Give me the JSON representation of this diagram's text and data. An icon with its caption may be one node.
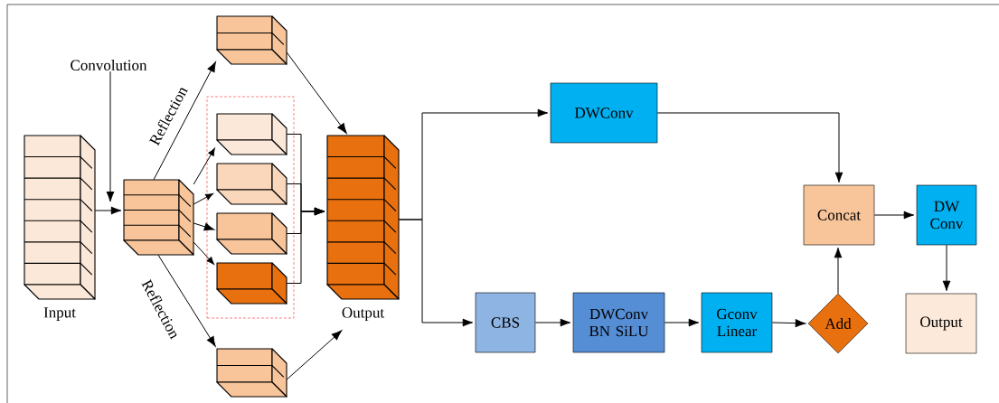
{
  "diagram": {
    "nodes": [
      {
        "text": [
          "Input"
        ]
      },
      {
        "text": [
          "Convolution"
        ]
      },
      {
        "text": [],
        "shape": "cube"
      },
      {
        "text": [],
        "shape": "cube"
      },
      {
        "text": [],
        "shape": "box"
      },
      {
        "text": [],
        "shape": "cube",
        "in": 4
      },
      {
        "text": [],
        "shape": "cube",
        "in": 4
      },
      {
        "text": [],
        "shape": "cube",
        "in": 4
      },
      {
        "text": [],
        "shape": "cube",
        "in": 4
      },
      {
        "text": [],
        "shape": "cube"
      },
      {
        "text": [
          "Output"
        ]
      },
      {
        "text": [
          "DWConv"
        ]
      },
      {
        "text": [
          "CBS"
        ]
      },
      {
        "text": [
          "DWConv BN SiLU"
        ]
      },
      {
        "text": [
          "Gconv Linear"
        ]
      },
      {
        "text": [
          "Add"
        ]
      },
      {
        "text": [
          "Concat"
        ]
      },
      {
        "text": [
          "DW Conv"
        ]
      },
      {
        "text": [
          "Output"
        ]
      }
    ],
    "edges": [
      {
        "from": 0,
        "to": 2,
        "arrow": "to"
      },
      {
        "from": 1,
        "to": 2,
        "arrow": "to"
      },
      {
        "from": 2,
        "to": 3,
        "arrow": "to",
        "label": "Reflection"
      },
      {
        "from": 2,
        "to": 5,
        "arrow": "to"
      },
      {
        "from": 2,
        "to": 6,
        "arrow": "to"
      },
      {
        "from": 2,
        "to": 7,
        "arrow": "to"
      },
      {
        "from": 2,
        "to": 8,
        "arrow": "to"
      },
      {
        "from": 2,
        "to": 9,
        "arrow": "to",
        "label": "Reflection"
      },
      {
        "from": 3,
        "to": 10,
        "arrow": "to"
      },
      {
        "from": 5,
        "to": 10,
        "arrow": "to"
      },
      {
        "from": 6,
        "to": 10,
        "arrow": "to"
      },
      {
        "from": 7,
        "to": 10,
        "arrow": "to"
      },
      {
        "from": 8,
        "to": 10,
        "arrow": "to"
      },
      {
        "from": 9,
        "to": 10,
        "arrow": "to"
      },
      {
        "from": 10,
        "to": 11,
        "arrow": "to"
      },
      {
        "from": 10,
        "to": 12,
        "arrow": "to"
      },
      {
        "from": 11,
        "to": 16,
        "arrow": "to"
      },
      {
        "from": 12,
        "to": 13,
        "arrow": "to"
      },
      {
        "from": 13,
        "to": 14,
        "arrow": "to"
      },
      {
        "from": 14,
        "to": 15,
        "arrow": "to"
      },
      {
        "from": 15,
        "to": 16,
        "arrow": "to"
      },
      {
        "from": 16,
        "to": 17,
        "arrow": "to"
      },
      {
        "from": 17,
        "to": 18,
        "arrow": "to"
      }
    ]
  }
}
